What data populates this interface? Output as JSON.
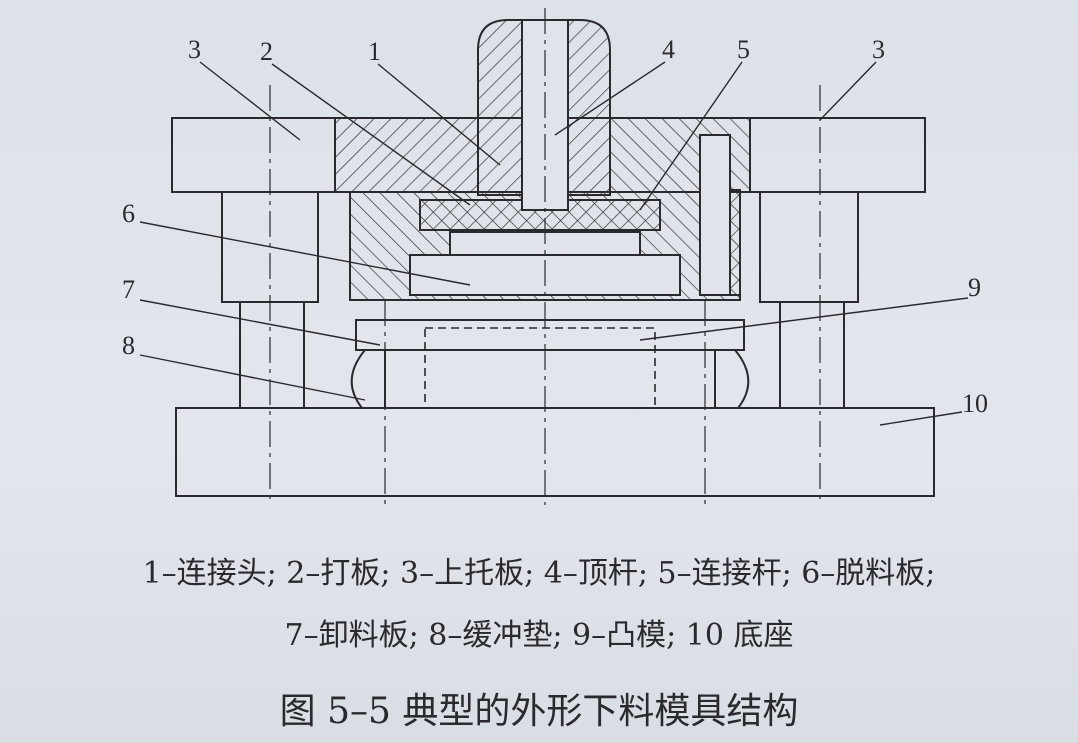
{
  "figure": {
    "labels": [
      "1",
      "2",
      "3",
      "4",
      "5",
      "6",
      "7",
      "8",
      "9",
      "10"
    ],
    "legend_line1": "1–连接头; 2–打板; 3–上托板; 4–顶杆; 5–连接杆; 6–脱料板;",
    "legend_line2": "7–卸料板; 8–缓冲垫; 9–凸模; 10 底座",
    "title": "图 5–5   典型的外形下料模具结构"
  }
}
